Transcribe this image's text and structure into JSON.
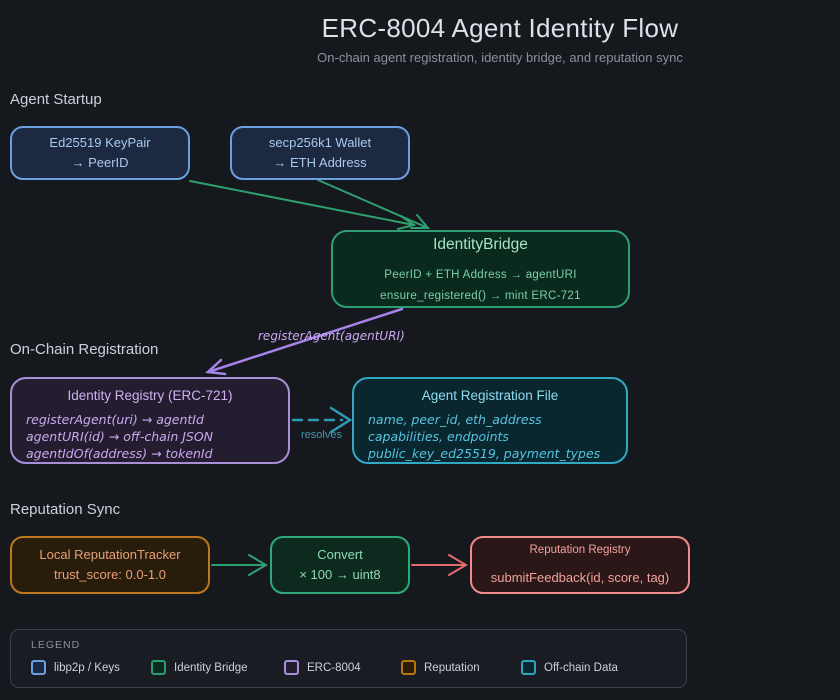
{
  "header": {
    "title": "ERC-8004 Agent Identity Flow",
    "subtitle": "On-chain agent registration, identity bridge, and reputation sync"
  },
  "sections": {
    "startup": "Agent Startup",
    "onchain": "On-Chain Registration",
    "reputation": "Reputation Sync"
  },
  "nodes": {
    "keypair": {
      "title": "Ed25519 KeyPair",
      "subtitle": "→  PeerID"
    },
    "wallet": {
      "title": "secp256k1 Wallet",
      "subtitle": "→  ETH Address"
    },
    "bridge": {
      "title": "IdentityBridge",
      "line1": "PeerID + ETH Address  →  agentURI",
      "line2": "ensure_registered()  →  mint ERC-721"
    },
    "identity_registry": {
      "title": "Identity Registry (ERC-721)",
      "lines": [
        "registerAgent(uri) → agentId",
        "agentURI(id) → off-chain JSON",
        "agentIdOf(address) → tokenId"
      ]
    },
    "registration_file": {
      "title": "Agent Registration File",
      "lines": [
        "name, peer_id, eth_address",
        "capabilities, endpoints",
        "public_key_ed25519, payment_types"
      ]
    },
    "tracker": {
      "title": "Local ReputationTracker",
      "subtitle": "trust_score: 0.0-1.0"
    },
    "convert": {
      "title": "Convert",
      "subtitle": "× 100  →  uint8"
    },
    "reputation_registry": {
      "title": "Reputation Registry",
      "subtitle": "submitFeedback(id, score, tag)"
    }
  },
  "edges": {
    "register_label": "registerAgent(agentURI)",
    "resolves_label": "resolves"
  },
  "legend": {
    "title": "LEGEND",
    "items": [
      {
        "label": "libp2p / Keys",
        "palette": "blue"
      },
      {
        "label": "Identity Bridge",
        "palette": "green"
      },
      {
        "label": "ERC-8004",
        "palette": "purple"
      },
      {
        "label": "Reputation",
        "palette": "orange"
      },
      {
        "label": "Off-chain Data",
        "palette": "teal"
      }
    ]
  },
  "palette": {
    "blue": {
      "border": "#6c9fe0",
      "fill": "#1c2940"
    },
    "green": {
      "border": "#2a9d72",
      "fill": "#0c2a1e"
    },
    "purple": {
      "border": "#a88fd8",
      "fill": "#241d30"
    },
    "orange": {
      "border": "#b8760e",
      "fill": "#2a1c06"
    },
    "teal": {
      "border": "#2aa3bd",
      "fill": "#0a2730"
    },
    "arrow_green": "#2ea06f",
    "arrow_purple": "#a583e8",
    "arrow_teal": "#2f9cb5",
    "arrow_red": "#e56b6b",
    "background": "#15181d"
  }
}
